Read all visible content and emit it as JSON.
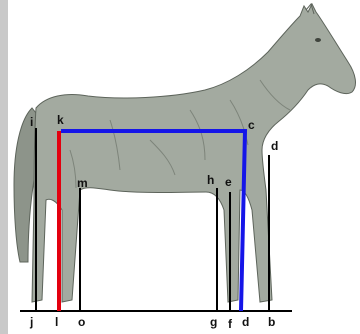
{
  "diagram": {
    "colors": {
      "horse_fill": "#a3aaa0",
      "horse_outline": "#5d645b",
      "baseline": "#000000",
      "vertical_line": "#000000",
      "red_line": "#e3000f",
      "blue_line": "#1515e8",
      "left_strip": "#c9c9c9"
    },
    "point_labels": {
      "i": "i",
      "k": "k",
      "c": "c",
      "d": "d",
      "m": "m",
      "h": "h",
      "e": "e"
    },
    "ground_labels": {
      "j": "j",
      "l": "l",
      "o": "o",
      "g": "g",
      "f": "f",
      "d": "d",
      "b": "b"
    }
  }
}
